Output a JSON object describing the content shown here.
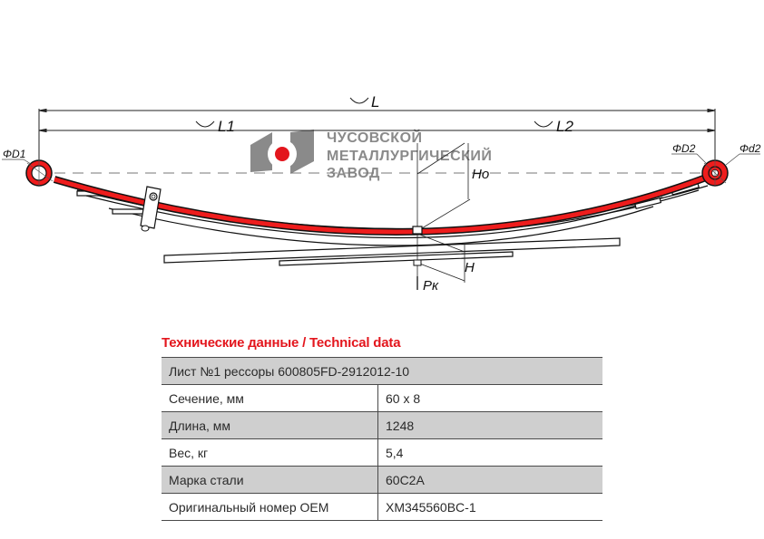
{
  "logo": {
    "line1": "ЧУСОВСКОЙ",
    "line2": "МЕТАЛЛУРГИЧЕСКИЙ",
    "line3": "ЗАВОД",
    "colors": {
      "gray": "#8a8a8a",
      "red": "#e3161d"
    }
  },
  "drawing": {
    "labels": {
      "total_length": "L",
      "length_1": "L1",
      "length_2": "L2",
      "eye_diameter_1": "ΦD1",
      "eye_diameter_2": "ΦD2",
      "bushing_diameter_2": "Φd2",
      "free_height": "Ho",
      "loaded_height": "H",
      "load": "Pк"
    },
    "highlight_color": "#ee1c1c"
  },
  "technical_data": {
    "title": "Технические данные / Technical data",
    "header": "Лист №1 рессоры 600805FD-2912012-10",
    "rows": [
      {
        "label": "Сечение, мм",
        "value": "60 x 8"
      },
      {
        "label": "Длина, мм",
        "value": "1248"
      },
      {
        "label": "Вес, кг",
        "value": "5,4"
      },
      {
        "label": "Марка стали",
        "value": "60С2А"
      },
      {
        "label": "Оригинальный номер OEM",
        "value": "XM345560BC-1"
      }
    ]
  }
}
